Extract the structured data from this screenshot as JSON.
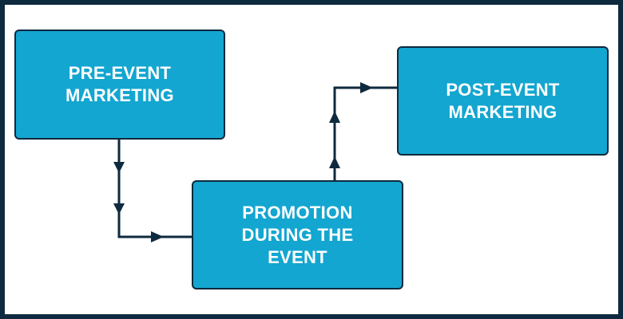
{
  "diagram": {
    "nodes": [
      {
        "id": "pre",
        "lines": [
          "PRE-EVENT",
          "MARKETING"
        ]
      },
      {
        "id": "promo",
        "lines": [
          "PROMOTION",
          "DURING THE",
          "EVENT"
        ]
      },
      {
        "id": "post",
        "lines": [
          "POST-EVENT",
          "MARKETING"
        ]
      }
    ],
    "edges": [
      {
        "from": "pre",
        "to": "promo"
      },
      {
        "from": "promo",
        "to": "post"
      }
    ]
  },
  "colors": {
    "box_fill": "#13a6d0",
    "outline": "#0e2a3f",
    "background": "#ffffff",
    "text": "#ffffff"
  }
}
